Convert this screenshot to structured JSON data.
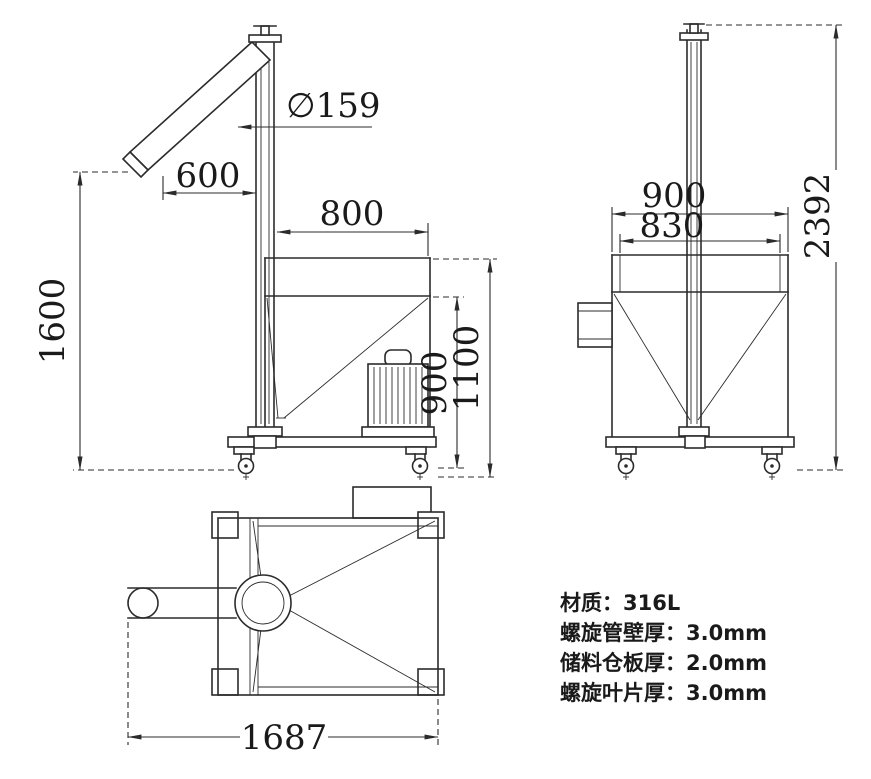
{
  "front_view": {
    "dim_diameter": "∅159",
    "dim_spout_reach": "600",
    "dim_hopper_width": "800",
    "dim_frame_height": "1600",
    "dim_hopper_height": "900",
    "dim_inlet_height": "1100"
  },
  "side_view": {
    "dim_hopper_outer_width": "900",
    "dim_hopper_inner_width": "830",
    "dim_total_height": "2392"
  },
  "top_view": {
    "dim_overall_length": "1687"
  },
  "specs": [
    "材质：316L",
    "螺旋管壁厚：3.0mm",
    "储料仓板厚：2.0mm",
    "螺旋叶片厚：3.0mm"
  ],
  "colors": {
    "line": "#2b2b2b",
    "background": "#ffffff"
  }
}
